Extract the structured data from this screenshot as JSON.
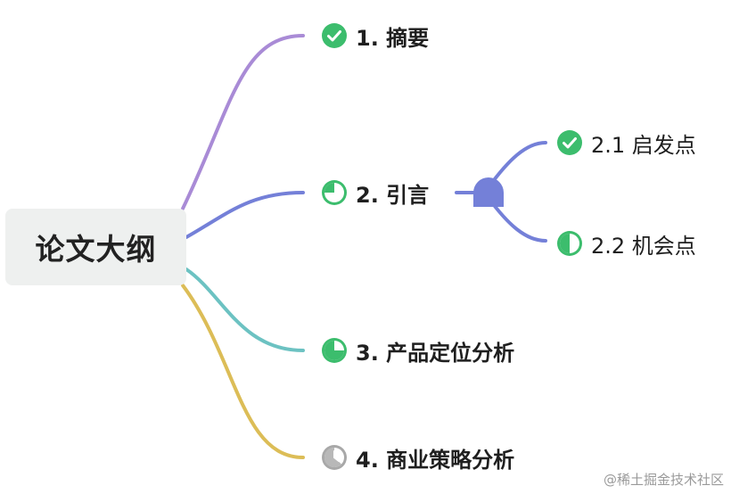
{
  "root": {
    "label": "论文大纲"
  },
  "nodes": [
    {
      "id": "n1",
      "label": "1. 摘要",
      "status": "done"
    },
    {
      "id": "n2",
      "label": "2. 引言",
      "status": "quarter"
    },
    {
      "id": "n21",
      "label": "2.1 启发点",
      "status": "done"
    },
    {
      "id": "n22",
      "label": "2.2 机会点",
      "status": "half"
    },
    {
      "id": "n3",
      "label": "3. 产品定位分析",
      "status": "three-quarter"
    },
    {
      "id": "n4",
      "label": "4. 商业策略分析",
      "status": "pending"
    }
  ],
  "colors": {
    "branch1": "#a98bd6",
    "branch2": "#7480d8",
    "branch3": "#6cc2c2",
    "branch4": "#dcbd57",
    "icon_green": "#3cbd6d",
    "icon_gray": "#a8a8a8"
  },
  "watermark": "@稀土掘金技术社区"
}
